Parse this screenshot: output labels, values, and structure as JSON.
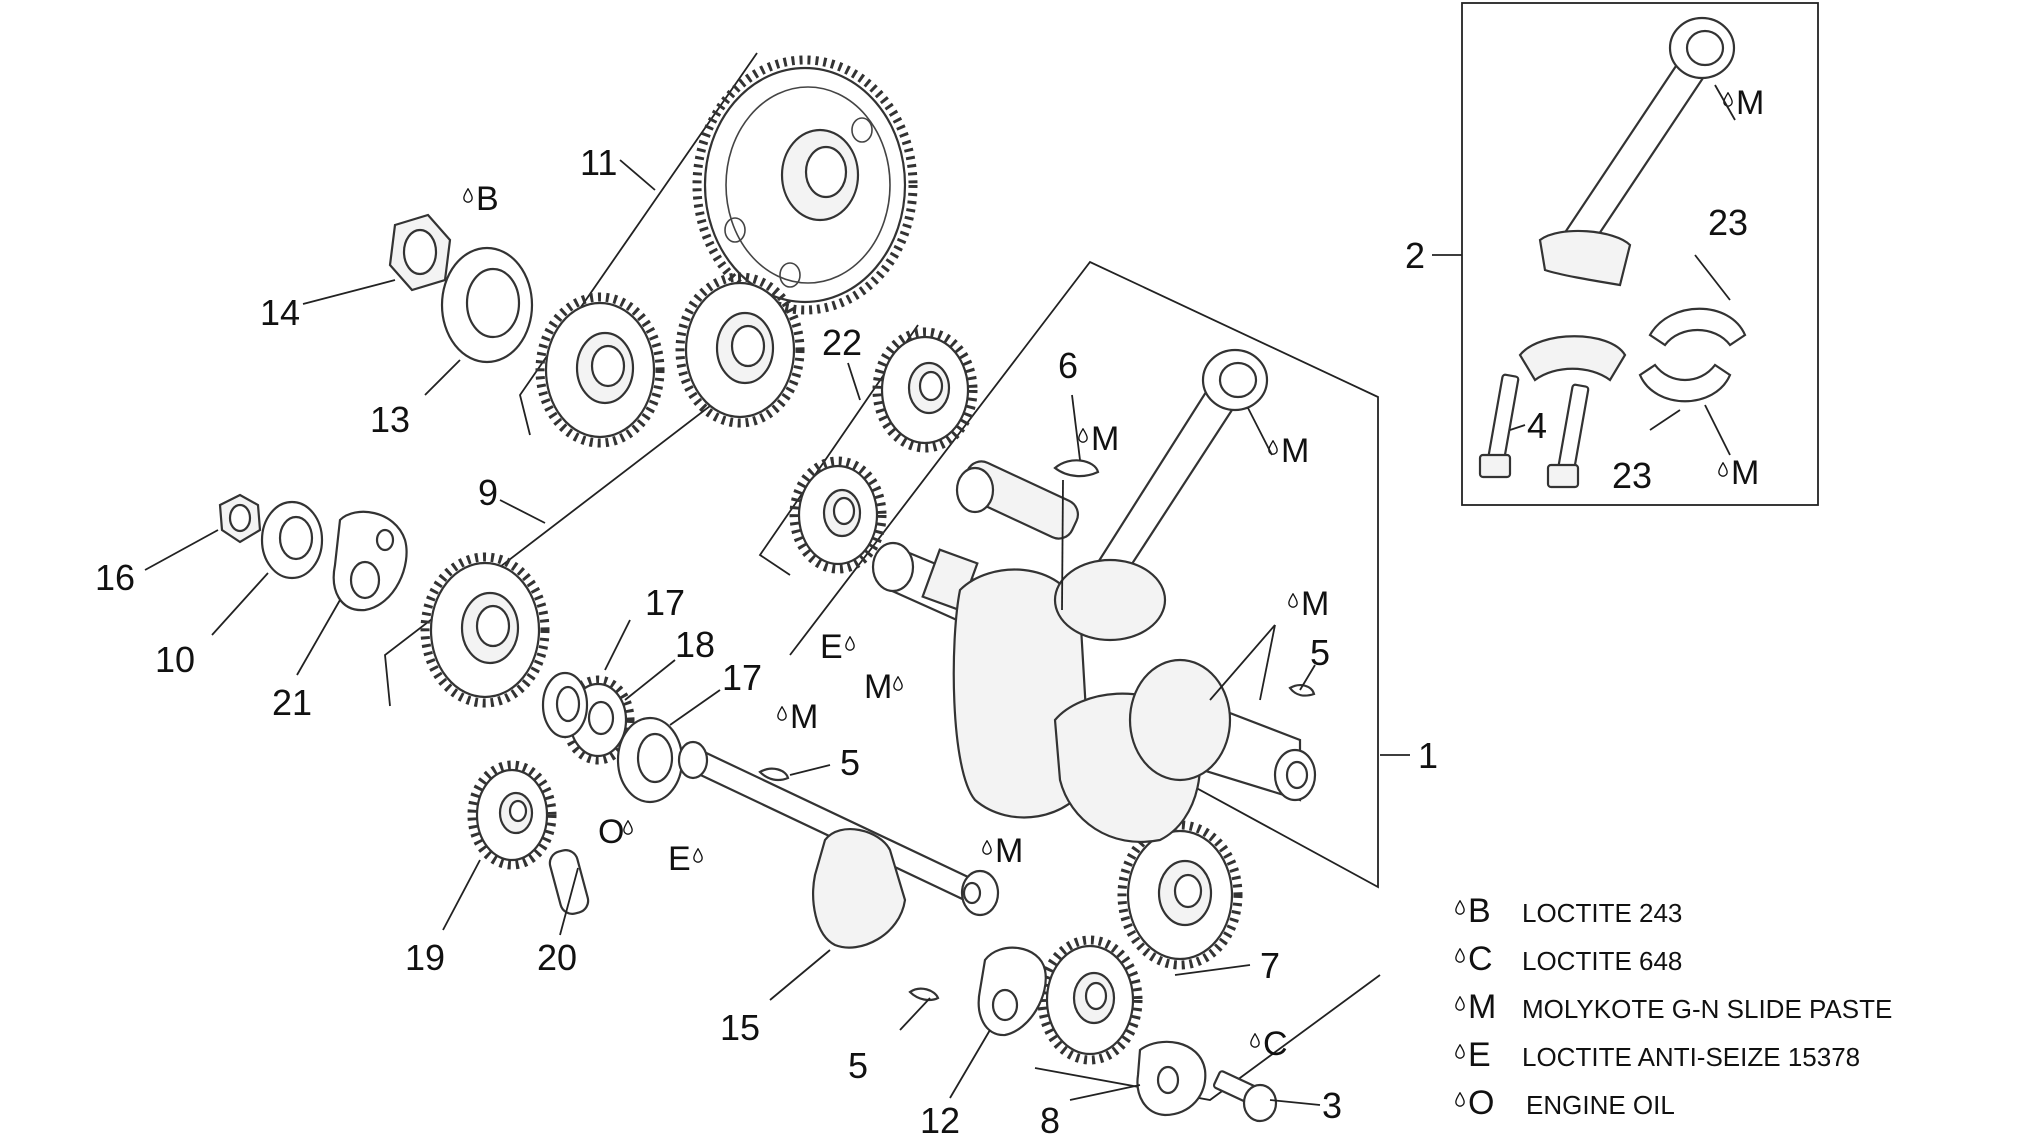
{
  "callouts": {
    "c1": "1",
    "c2": "2",
    "c3": "3",
    "c4": "4",
    "c5a": "5",
    "c5b": "5",
    "c5c": "5",
    "c6": "6",
    "c7": "7",
    "c8": "8",
    "c9": "9",
    "c10": "10",
    "c11": "11",
    "c12": "12",
    "c13": "13",
    "c14": "14",
    "c15": "15",
    "c16": "16",
    "c17a": "17",
    "c17b": "17",
    "c18": "18",
    "c19": "19",
    "c20": "20",
    "c21": "21",
    "c22": "22",
    "c23a": "23",
    "c23b": "23"
  },
  "codes": {
    "b": "B",
    "c": "C",
    "e1": "E",
    "e2": "E",
    "o": "O",
    "m1": "M",
    "m2": "M",
    "m3": "M",
    "m4": "M",
    "m5": "M",
    "m6": "M",
    "m7": "M",
    "m8": "M"
  },
  "legend": [
    {
      "code": "B",
      "text": "LOCTITE 243"
    },
    {
      "code": "C",
      "text": "LOCTITE 648"
    },
    {
      "code": "M",
      "text": "MOLYKOTE G-N SLIDE PASTE"
    },
    {
      "code": "E",
      "text": "LOCTITE ANTI-SEIZE 15378"
    },
    {
      "code": "O",
      "text": "ENGINE OIL"
    }
  ],
  "colors": {
    "ink": "#111111",
    "line": "#333333",
    "background": "#ffffff"
  }
}
